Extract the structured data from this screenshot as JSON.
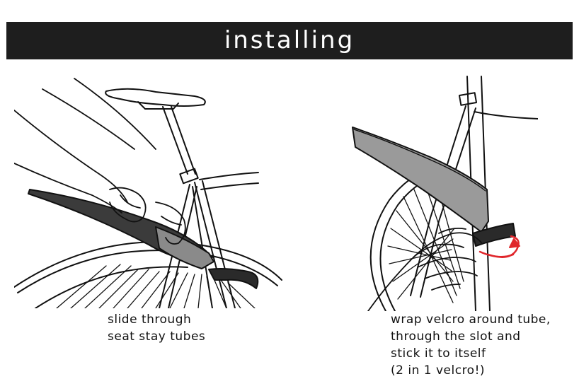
{
  "header": {
    "title": "installing"
  },
  "steps": [
    {
      "illustration": "fender-slide-through-seat-stays",
      "caption_lines": [
        "slide through",
        "seat stay tubes"
      ]
    },
    {
      "illustration": "velcro-wrap-around-tube",
      "caption_lines": [
        "wrap velcro around tube,",
        "through the slot and",
        "stick it to itself",
        "(2 in 1 velcro!)"
      ]
    }
  ],
  "colors": {
    "banner": "#1e1e1e",
    "arrow": "#e0262b",
    "fender": "#6e6e6e"
  }
}
